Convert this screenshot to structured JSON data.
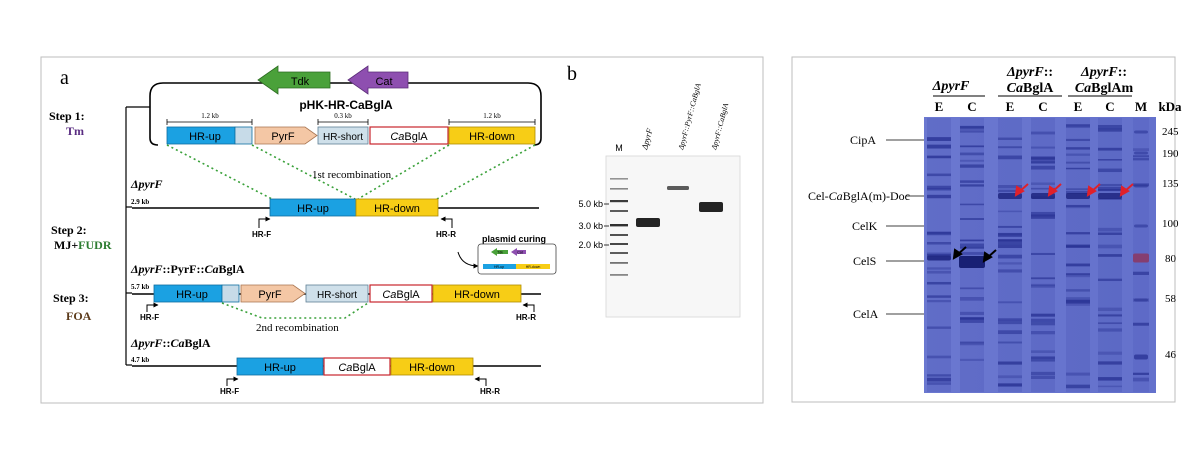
{
  "panel_a": {
    "label": "a",
    "plasmid_name": "pHK-HR-CaBglA",
    "markers": {
      "tdk": "Tdk",
      "cat": "Cat"
    },
    "steps": {
      "step1": {
        "title": "Step 1:",
        "condition": "Tm"
      },
      "step2": {
        "title": "Step 2:",
        "condition_a": "MJ+",
        "condition_b": "FUDR"
      },
      "step3": {
        "title": "Step 3:",
        "condition": "FOA"
      }
    },
    "sizes": {
      "hr_up": "1.2 kb",
      "hr_short": "0.3 kb",
      "hr_down": "1.2 kb"
    },
    "segments": {
      "hr_up": "HR-up",
      "pyrf": "PyrF",
      "hr_short": "HR-short",
      "cabgla_italic": "Ca",
      "cabgla_rest": "BglA",
      "hr_down": "HR-down"
    },
    "recombination": {
      "first": "1st recombination",
      "second": "2nd recombination"
    },
    "strains": {
      "dpyrf": {
        "delta": "Δ",
        "italic": "pyrF",
        "rest": "",
        "size": "2.9 kb"
      },
      "intermediate": {
        "delta": "Δ",
        "italic": "pyrF",
        "mid": "::PyrF::",
        "italic2": "Ca",
        "rest": "BglA",
        "size": "5.7 kb"
      },
      "final": {
        "delta": "Δ",
        "italic": "pyrF",
        "mid": "::",
        "italic2": "Ca",
        "rest": "BglA",
        "size": "4.7 kb"
      }
    },
    "primers": {
      "f": "HR-F",
      "r": "HR-R"
    },
    "plasmid_curing": "plasmid curing",
    "mini_plasmid": {
      "tdk": "Tdk",
      "cat": "Cat",
      "hr_up": "HR-up",
      "hr_down": "HR-down"
    }
  },
  "panel_b": {
    "label": "b",
    "lane_labels": {
      "m": "M",
      "l1": "ΔpyrF",
      "l2": "ΔpyrF::PyrF::CaBglA",
      "l3": "ΔpyrF::CaBglA"
    },
    "ladder": [
      "5.0 kb",
      "3.0 kb",
      "2.0 kb"
    ]
  },
  "panel_c": {
    "groups": [
      {
        "line1_delta": "Δ",
        "line1_italic": "pyrF",
        "line2_italic": "",
        "line2_rest": ""
      },
      {
        "line1_delta": "Δ",
        "line1_italic": "pyrF",
        "line1_rest": "::",
        "line2_italic": "Ca",
        "line2_rest": "BglA"
      },
      {
        "line1_delta": "Δ",
        "line1_italic": "pyrF",
        "line1_rest": "::",
        "line2_italic": "Ca",
        "line2_rest": "BglAm"
      }
    ],
    "lanes": [
      "E",
      "C",
      "E",
      "C",
      "E",
      "C",
      "M"
    ],
    "kda_label": "kDa",
    "left_labels": {
      "cipa": "CipA",
      "cel_doc_a": "Cel-",
      "cel_doc_b": "Ca",
      "cel_doc_c": "BglA(m)-Doc",
      "celk": "CelK",
      "cels": "CelS",
      "cela": "CelA"
    },
    "kda_ticks": [
      "245",
      "190",
      "135",
      "100",
      "80",
      "58",
      "46"
    ]
  },
  "colors": {
    "hr_up": "#1ba1e2",
    "hr_up_light": "#c7dbe8",
    "pyrf": "#f4c7a5",
    "hr_short": "#cfe0ea",
    "cabgla_border": "#c8262d",
    "hr_down": "#f7cd16",
    "tdk": "#4aa13a",
    "cat": "#8e4fb0",
    "recomb": "#3aa13a",
    "tm": "#5a2d82",
    "fudr": "#2e7d32",
    "foa": "#5b3a1a",
    "gel_bg": "#ffffff",
    "coomassie": "#5a68c8",
    "red_arrow": "#e0202a"
  }
}
